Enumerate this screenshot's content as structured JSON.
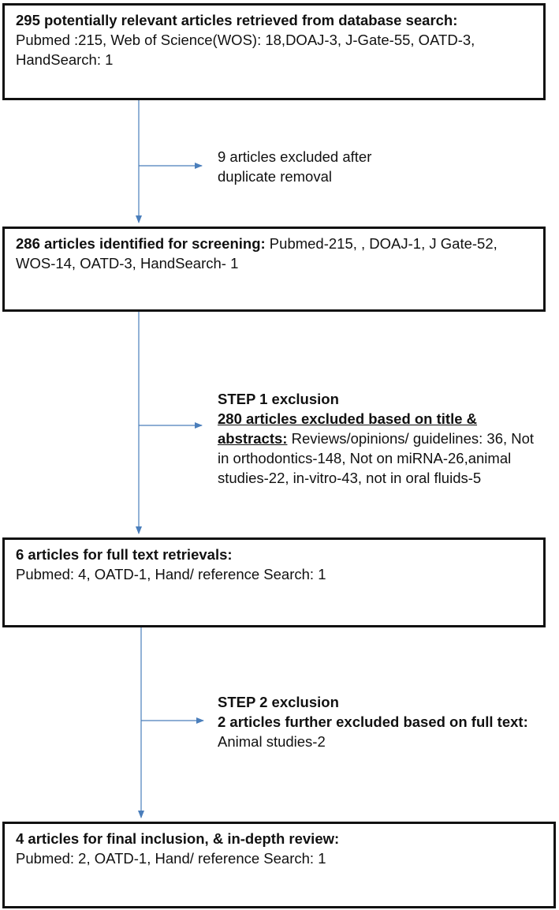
{
  "boxes": [
    {
      "title": "295 potentially relevant articles retrieved from database search:",
      "body": "Pubmed :215, Web of Science(WOS): 18,DOAJ-3, J-Gate-55, OATD-3, HandSearch: 1"
    },
    {
      "title": "286 articles identified for screening:",
      "body": " Pubmed-215, , DOAJ-1,  J Gate-52, WOS-14, OATD-3, HandSearch- 1"
    },
    {
      "title": "6 articles for full text retrievals:",
      "body": "Pubmed: 4, OATD-1,  Hand/ reference Search: 1"
    },
    {
      "title": "4 articles for final inclusion, & in-depth review:",
      "body": "Pubmed: 2, OATD-1,  Hand/ reference Search: 1"
    }
  ],
  "exclusions": [
    {
      "heading": "",
      "subheading": "",
      "text": "9 articles excluded after duplicate removal"
    },
    {
      "heading": "STEP 1 exclusion",
      "subheading": "280 articles excluded based on title & abstracts:",
      "text": " Reviews/opinions/ guidelines: 36, Not in orthodontics-148, Not on miRNA-26,animal studies-22, in-vitro-43, not in oral fluids-5"
    },
    {
      "heading": "STEP 2 exclusion",
      "subheading": "2 articles further excluded based on full text:",
      "text": "Animal studies-2"
    }
  ],
  "colors": {
    "connector": "#4a7ebb",
    "border": "#111111"
  }
}
